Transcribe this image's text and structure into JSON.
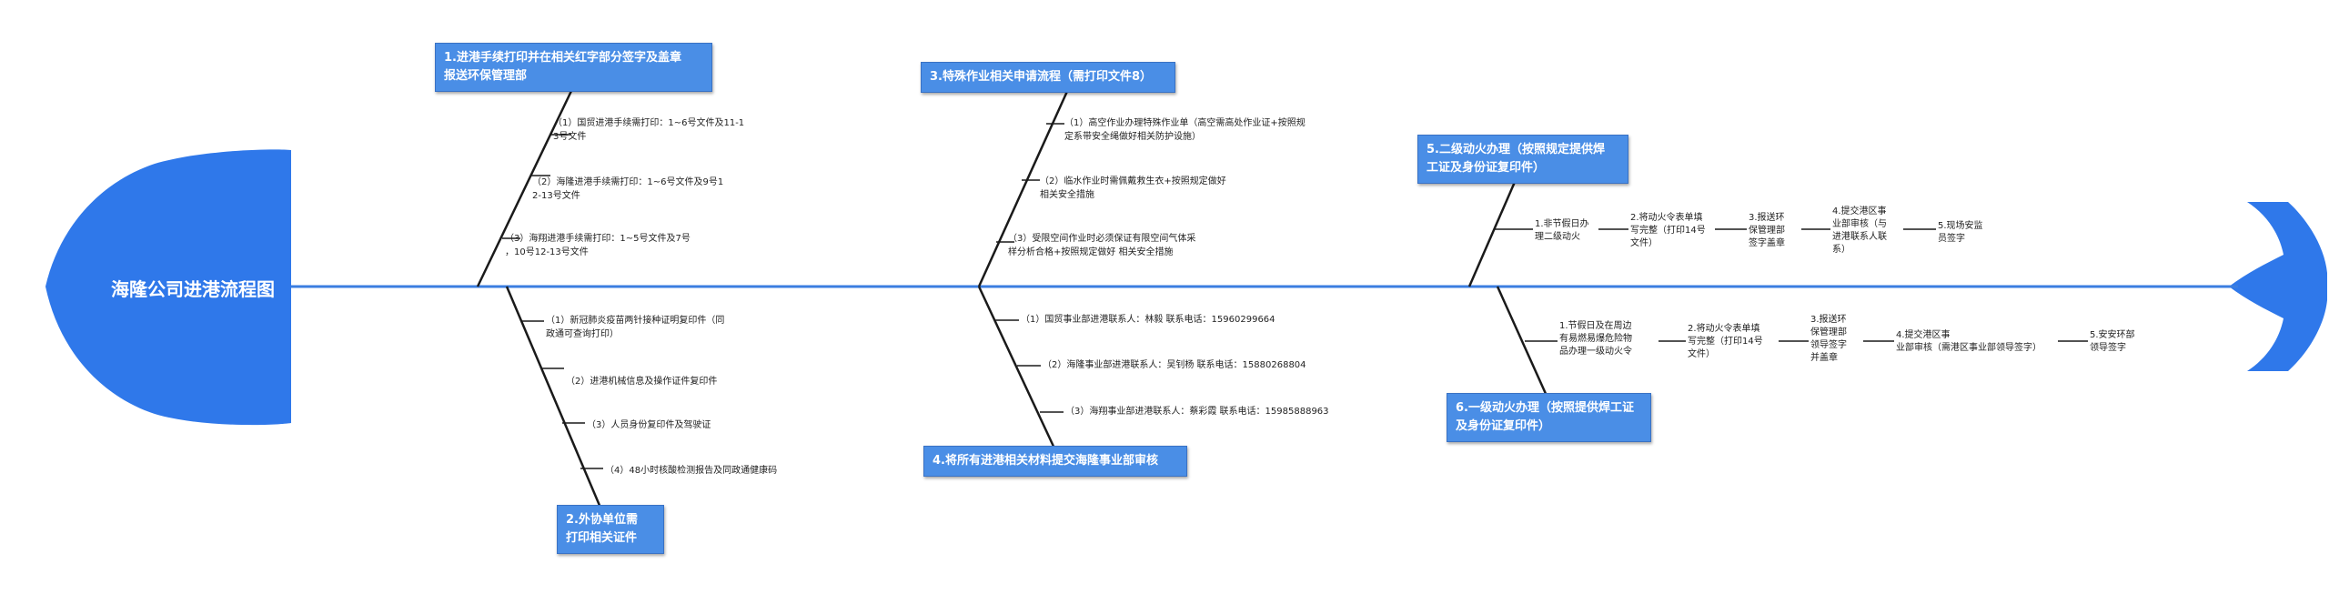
{
  "title": "海隆公司进港流程图",
  "colors": {
    "spine": "#3b7ee0",
    "head": "#2f78ea",
    "box": "#4a8ee6",
    "bone": "#1a1a1a"
  },
  "branches": [
    {
      "label": "1.进港手续打印并在相关红字部分签字及盖章\n报送环保管理部",
      "items": [
        "（1）国贸进港手续需打印：1~6号文件及11-1\n3号文件",
        "（2）海隆进港手续需打印：1~6号文件及9号1\n2-13号文件",
        "（3）海翔进港手续需打印：1~5号文件及7号\n，10号12-13号文件"
      ]
    },
    {
      "label": "2.外协单位需\n打印相关证件",
      "items": [
        "（1）新冠肺炎疫苗两针接种证明复印件（同\n政通可查询打印）",
        "（2）进港机械信息及操作证件复印件",
        "（3）人员身份复印件及驾驶证",
        "（4）48小时核酸检测报告及同政通健康码"
      ]
    },
    {
      "label": "3.特殊作业相关申请流程（需打印文件8）",
      "items": [
        "（1）高空作业办理特殊作业单（高空需高处作业证+按照规\n定系带安全绳做好相关防护设施）",
        "（2）临水作业时需佩戴救生衣+按照规定做好\n相关安全措施",
        "（3）受限空间作业时必须保证有限空间气体采\n样分析合格+按照规定做好 相关安全措施"
      ]
    },
    {
      "label": "4.将所有进港相关材料提交海隆事业部审核",
      "items": [
        "（1）国贸事业部进港联系人：林毅  联系电话：15960299664",
        "（2）海隆事业部进港联系人：吴钊杨  联系电话：15880268804",
        "（3）海翔事业部进港联系人：蔡彩霞  联系电话：15985888963"
      ]
    },
    {
      "label": "5.二级动火办理（按照规定提供焊\n工证及身份证复印件）",
      "steps": [
        "1.非节假日办\n理二级动火",
        "2.将动火令表单填\n写完整（打印14号\n文件）",
        "3.报送环\n保管理部\n签字盖章",
        "4.提交港区事\n业部审核（与\n进港联系人联\n系）",
        "5.现场安监\n员签字"
      ]
    },
    {
      "label": "6.一级动火办理（按照提供焊工证\n及身份证复印件）",
      "steps": [
        "1.节假日及在周边\n有易燃易爆危险物\n品办理一级动火令",
        "2.将动火令表单填\n写完整（打印14号\n文件）",
        "3.报送环\n保管理部\n领导签字\n并盖章",
        "4.提交港区事\n业部审核（需港区事业部领导签字）",
        "5.安安环部\n领导签字"
      ]
    }
  ]
}
